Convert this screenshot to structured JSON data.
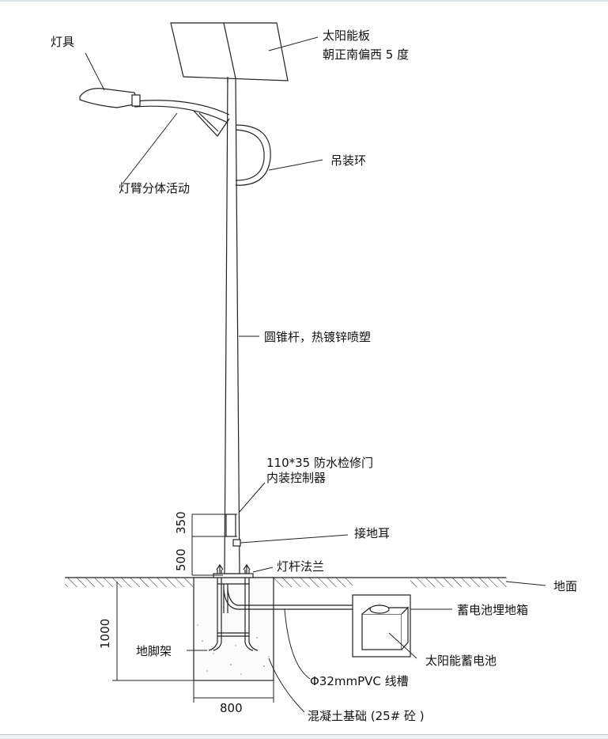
{
  "labels": {
    "lamp": "灯具",
    "solar_panel_line1": "太阳能板",
    "solar_panel_line2": "朝正南偏西 5 度",
    "lifting_ring": "吊装环",
    "lamp_arm": "灯臂分体活动",
    "conical_pole": "圆锥杆，热镀锌喷塑",
    "door_line1": "110*35 防水检修门",
    "door_line2": "内装控制器",
    "grounding_lug": "接地耳",
    "flange": "灯杆法兰",
    "ground": "地面",
    "battery_box": "蓄电池埋地箱",
    "battery": "太阳能蓄电池",
    "anchor_frame": "地脚架",
    "conduit": "Φ32mmPVC 线槽",
    "foundation": "混凝土基础 (25# 砼 )"
  },
  "dimensions": {
    "door_height": "350",
    "door_offset": "500",
    "foundation_depth": "1000",
    "foundation_width": "800"
  },
  "colors": {
    "line": "#1a1a1a",
    "background": "#ffffff"
  }
}
